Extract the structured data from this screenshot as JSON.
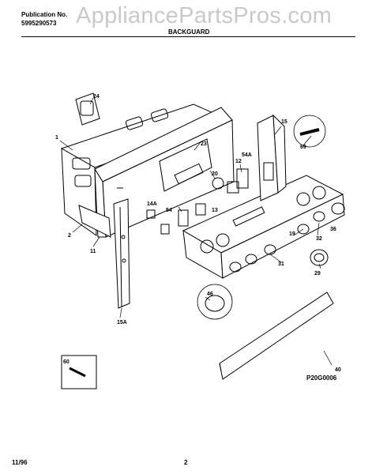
{
  "header": {
    "publication_label": "Publication No.",
    "publication_number": "5995290573",
    "section": "BACKGUARD"
  },
  "watermark": "AppliancePartsPros.com",
  "drawing_id": "P20G0006",
  "footer": {
    "date": "11/96",
    "page": "2"
  },
  "callouts": [
    "1",
    "2",
    "11",
    "12",
    "13",
    "14A",
    "15",
    "15A",
    "19",
    "20",
    "23",
    "24",
    "29",
    "31",
    "32",
    "36",
    "40",
    "46",
    "54",
    "54A",
    "60",
    "69"
  ]
}
